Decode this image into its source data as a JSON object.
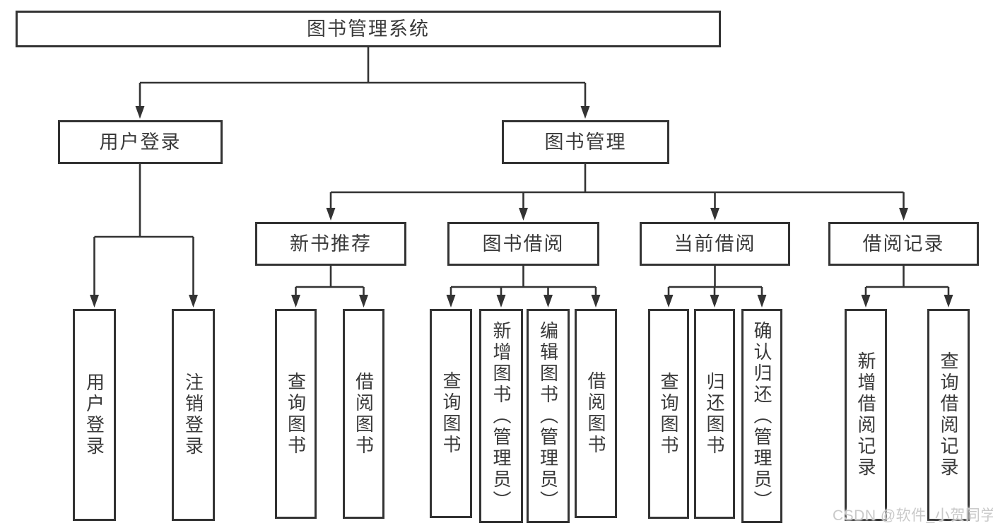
{
  "diagram": {
    "type": "hierarchy",
    "root": {
      "label": "图书管理系统",
      "children": [
        {
          "label": "用户登录",
          "children": [
            {
              "label": "用户登录"
            },
            {
              "label": "注销登录"
            }
          ]
        },
        {
          "label": "图书管理",
          "children": [
            {
              "label": "新书推荐",
              "children": [
                {
                  "label": "查询图书"
                },
                {
                  "label": "借阅图书"
                }
              ]
            },
            {
              "label": "图书借阅",
              "children": [
                {
                  "label": "查询图书"
                },
                {
                  "label": "新增图书（管理员）"
                },
                {
                  "label": "编辑图书（管理员）"
                },
                {
                  "label": "借阅图书"
                }
              ]
            },
            {
              "label": "当前借阅",
              "children": [
                {
                  "label": "查询图书"
                },
                {
                  "label": "归还图书"
                },
                {
                  "label": "确认归还（管理员）"
                }
              ]
            },
            {
              "label": "借阅记录",
              "children": [
                {
                  "label": "新增借阅记录"
                },
                {
                  "label": "查询借阅记录"
                }
              ]
            }
          ]
        }
      ]
    },
    "colors": {
      "line": "#333333",
      "text": "#3a3a3a",
      "box_background": "#ffffff",
      "page_background": "#ffffff"
    }
  },
  "watermark": {
    "text": "CSDN @软件_小贺同学",
    "color": "#c9c9c9"
  }
}
